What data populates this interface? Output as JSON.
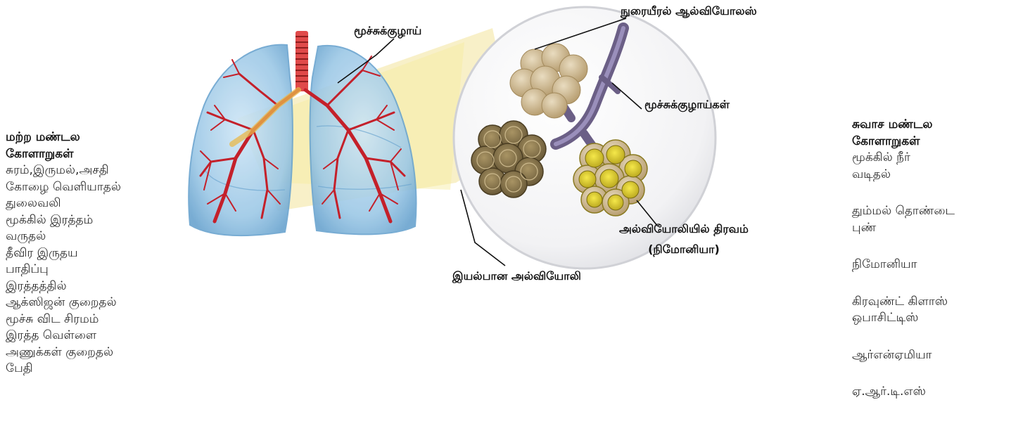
{
  "left_panel": {
    "heading_line1": "மற்ற மண்டல",
    "heading_line2": "கோளாறுகள்",
    "items": [
      "சுரம்,இருமல்,அசதி",
      "கோழை வெளியாதல்",
      "துலைவலி",
      "மூக்கில் இரத்தம்",
      "வருதல்",
      "தீவிர இருதய",
      "பாதிப்பு",
      "இரத்தத்தில்",
      "ஆக்ஸிஜன் குறைதல்",
      "மூச்சு விட சிரமம்",
      "இரத்த வெள்ளை",
      "அணுக்கள் குறைதல்",
      "பேதி"
    ]
  },
  "right_panel": {
    "heading_line1": "சுவாச மண்டல",
    "heading_line2": "கோளாறுகள்",
    "items": [
      [
        "மூக்கில் நீர்",
        "வடிதல்"
      ],
      [
        "தும்மல் தொண்டை",
        "புண்"
      ],
      [
        "நிமோனியா"
      ],
      [
        "கிரவுண்ட் கிளாஸ்",
        "ஒபாசிட்டிஸ்"
      ],
      [
        "ஆர்என்ஏமியா"
      ],
      [
        "ஏ.ஆர்.டி.எஸ்"
      ]
    ]
  },
  "callouts": {
    "bronchus": "மூச்சுக்குழாய்",
    "healthy_alveoli": "நுரையீரல் ஆல்வியோலஸ்",
    "bronchioles": "மூச்சுக்குழாய்கள்",
    "fluid_alveoli_line1": "அல்வியோலியில் திரவம்",
    "fluid_alveoli_line2": "(நிமோனியா)",
    "normal_alveoli": "இயல்பான அல்வியோலி"
  },
  "colors": {
    "lung_fill": "#9cc8e6",
    "lung_edge": "#6aa4cf",
    "airway_red": "#c4202a",
    "trachea": "#e04a4a",
    "zoom_beam": "#f3e49a",
    "alveoli_tan": "#cdb790",
    "alveoli_dark": "#7b6a44",
    "alveoli_fluid": "#e6d21c",
    "bronchiole_purple": "#6b5f86"
  }
}
